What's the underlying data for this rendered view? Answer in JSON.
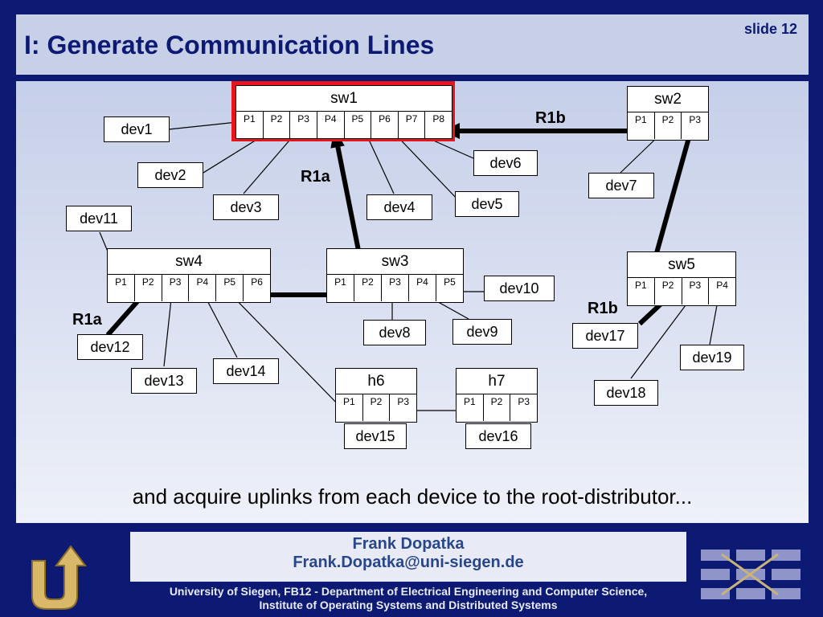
{
  "slide": {
    "title": "I: Generate Communication Lines",
    "number": "slide 12",
    "caption": "and acquire uplinks from each device to the root-distributor..."
  },
  "footer": {
    "name": "Frank Dopatka",
    "email": "Frank.Dopatka@uni-siegen.de",
    "line1": "University of Siegen, FB12 - Department of Electrical Engineering and Computer Science,",
    "line2": "Institute of Operating Systems and Distributed Systems"
  },
  "switches": {
    "sw1": {
      "name": "sw1",
      "ports": [
        "P1",
        "P2",
        "P3",
        "P4",
        "P5",
        "P6",
        "P7",
        "P8"
      ]
    },
    "sw2": {
      "name": "sw2",
      "ports": [
        "P1",
        "P2",
        "P3"
      ]
    },
    "sw3": {
      "name": "sw3",
      "ports": [
        "P1",
        "P2",
        "P3",
        "P4",
        "P5"
      ]
    },
    "sw4": {
      "name": "sw4",
      "ports": [
        "P1",
        "P2",
        "P3",
        "P4",
        "P5",
        "P6"
      ]
    },
    "sw5": {
      "name": "sw5",
      "ports": [
        "P1",
        "P2",
        "P3",
        "P4"
      ]
    },
    "h6": {
      "name": "h6",
      "ports": [
        "P1",
        "P2",
        "P3"
      ]
    },
    "h7": {
      "name": "h7",
      "ports": [
        "P1",
        "P2",
        "P3"
      ]
    }
  },
  "devices": {
    "dev1": "dev1",
    "dev2": "dev2",
    "dev3": "dev3",
    "dev4": "dev4",
    "dev5": "dev5",
    "dev6": "dev6",
    "dev7": "dev7",
    "dev8": "dev8",
    "dev9": "dev9",
    "dev10": "dev10",
    "dev11": "dev11",
    "dev12": "dev12",
    "dev13": "dev13",
    "dev14": "dev14",
    "dev15": "dev15",
    "dev16": "dev16",
    "dev17": "dev17",
    "dev18": "dev18",
    "dev19": "dev19"
  },
  "uplinks": {
    "r1b_top": "R1b",
    "r1a_mid": "R1a",
    "r1a_left": "R1a",
    "r1b_right": "R1b"
  },
  "colors": {
    "background": "#0d1a73",
    "panel": "#c8d0e8",
    "root_highlight": "#e8141b"
  }
}
